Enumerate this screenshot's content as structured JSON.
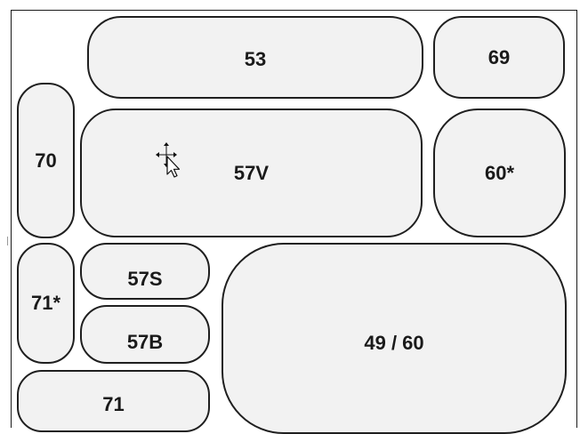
{
  "tiles": {
    "t53": "53",
    "t69": "69",
    "t70": "70",
    "t57v": "57V",
    "t60star": "60*",
    "t71star": "71*",
    "t57s": "57S",
    "t57b": "57B",
    "t49_60": "49 / 60",
    "t71": "71"
  },
  "colors": {
    "tile_fill": "#f2f2f2",
    "tile_border": "#1f1f1f",
    "frame_border": "#1a1a1a",
    "text": "#1a1a1a"
  },
  "cursor": {
    "icon": "move-arrow-cursor-icon"
  }
}
